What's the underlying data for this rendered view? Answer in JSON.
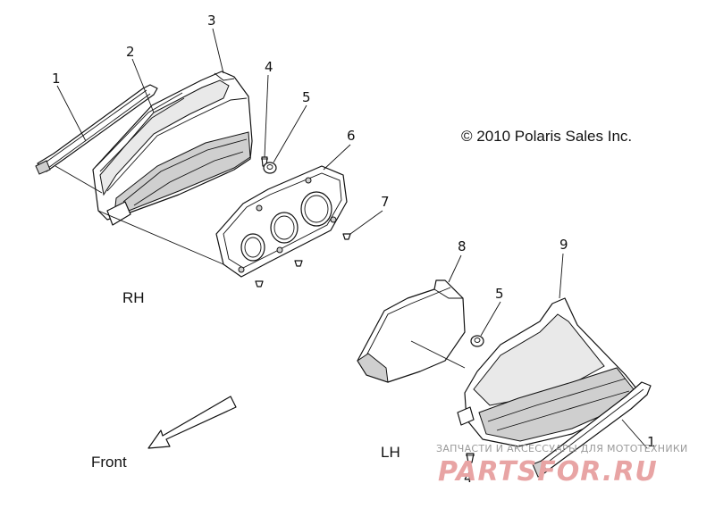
{
  "copyright": "© 2010 Polaris Sales Inc.",
  "side_labels": {
    "rh": "RH",
    "lh": "LH"
  },
  "direction_label": "Front",
  "callouts": {
    "c1": "1",
    "c2": "2",
    "c3": "3",
    "c4": "4",
    "c5": "5",
    "c6": "6",
    "c7": "7",
    "c8": "8",
    "c9": "9",
    "c5b": "5",
    "c4b": "4",
    "c1b": "1"
  },
  "watermark": {
    "tagline": "ЗАПЧАСТИ И АКСЕССУАРЫ ДЛЯ МОТОТЕХНИКИ",
    "logo": "PARTSFOR.RU"
  }
}
